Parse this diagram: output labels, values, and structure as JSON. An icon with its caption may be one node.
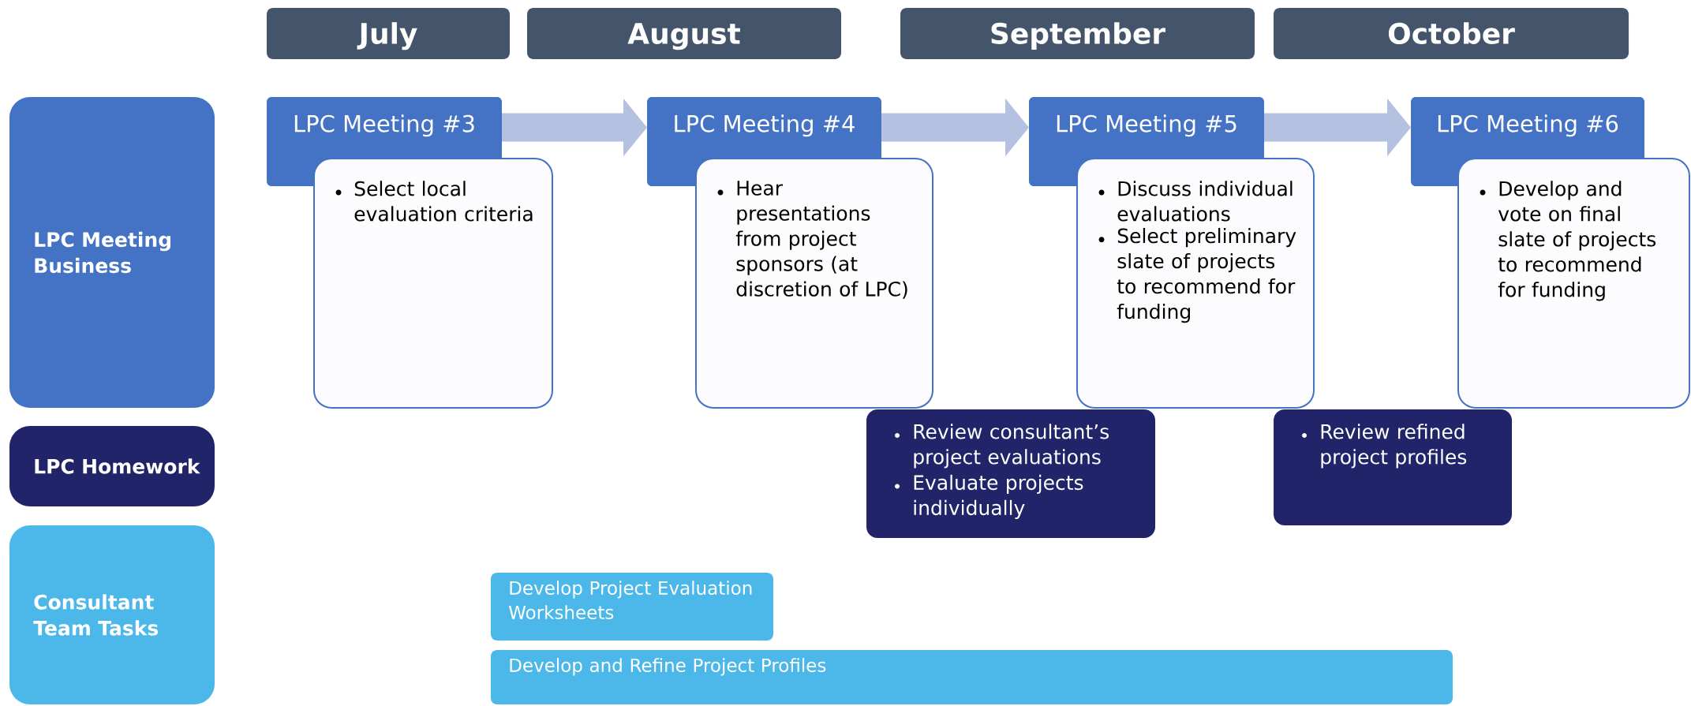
{
  "diagram": {
    "nodes": [
      {
        "text": [
          "July"
        ]
      },
      {
        "text": [
          "August"
        ]
      },
      {
        "text": [
          "September"
        ]
      },
      {
        "text": [
          "October"
        ]
      },
      {
        "text": [
          "LPC Meeting Business"
        ]
      },
      {
        "text": [
          "LPC Homework"
        ]
      },
      {
        "text": [
          "Consultant Team Tasks"
        ]
      },
      {
        "text": [
          "LPC Meeting #3"
        ]
      },
      {
        "text": [
          "Select local evaluation criteria"
        ]
      },
      {
        "text": [
          "LPC Meeting #4"
        ]
      },
      {
        "text": [
          "Hear presentations from project sponsors (at discretion of LPC)"
        ]
      },
      {
        "text": [
          "LPC Meeting #5"
        ]
      },
      {
        "text": [
          "Discuss individual evaluations",
          "Select preliminary slate of projects to recommend for funding"
        ]
      },
      {
        "text": [
          "LPC Meeting #6"
        ]
      },
      {
        "text": [
          "Develop and vote on final slate of projects to recommend for funding"
        ]
      },
      {
        "text": [
          "Review consultant’s project evaluations",
          "Evaluate projects individually"
        ]
      },
      {
        "text": [
          "Review refined project profiles"
        ]
      },
      {
        "text": [
          "Develop Project Evaluation Worksheets"
        ]
      },
      {
        "text": [
          "Develop and Refine Project Profiles"
        ]
      }
    ],
    "edges": [
      {
        "from": 7,
        "to": 9,
        "arrow": "to"
      },
      {
        "from": 9,
        "to": 11,
        "arrow": "to"
      },
      {
        "from": 11,
        "to": 13,
        "arrow": "to"
      }
    ]
  }
}
